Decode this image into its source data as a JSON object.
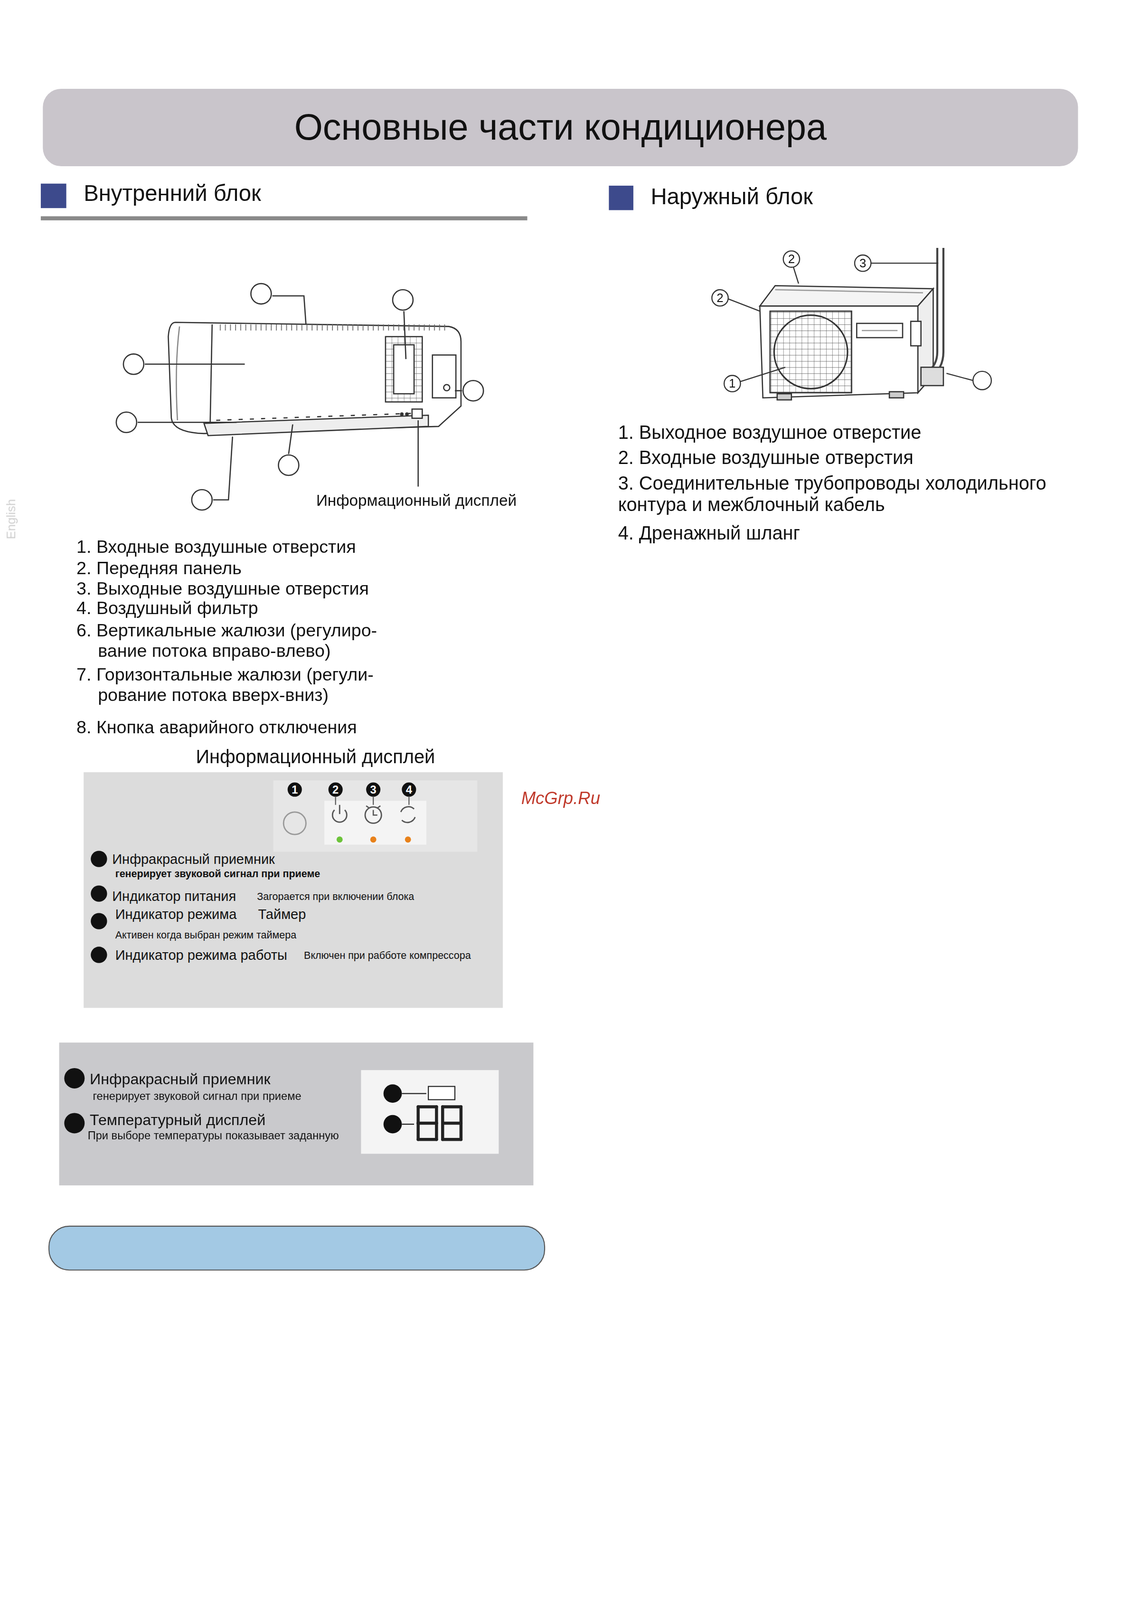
{
  "diagram": {
    "nodes": [
      {
        "text": [
          "Основные части кондиционера"
        ]
      },
      {
        "text": [
          "1",
          "2",
          "3",
          "4",
          "Инфракрасный приемник",
          "генерирует звуковой сигнал при приеме",
          "Индикатор питания",
          "Загорается при включении блока",
          "Индикатор режима",
          "Таймер",
          "Активен  когда выбран режим таймера",
          "Индикатор режима работы",
          "Включен при рабботе компрессора"
        ]
      },
      {
        "text": [
          "Инфракрасный приемник",
          "генерирует звуковой сигнал при приеме",
          "Температурный дисплей",
          "При выборе температуры показывает заданную"
        ]
      }
    ],
    "labels": [
      "Внутренний блок",
      "Наружный блок",
      "2",
      "3",
      "2",
      "1",
      "Информационный дисплей",
      "1. Входные воздушные отверстия",
      "2. Передняя панель",
      "3. Выходные воздушные отверстия",
      "4. Воздушный фильтр",
      "6. Вертикальные жалюзи (регулиро- вание потока вправо-влево)",
      "7. Горизонтальные жалюзи (регули- рование потока вверх-вниз)",
      "8. Кнопка аварийного отключения",
      "Информационный дисплей",
      "1. Выходное воздушное отверстие",
      "2. Входные воздушные отверстия",
      "3. Соединительные трубопроводы холодильного контура и межблочный кабель",
      "4. Дренажный шланг",
      "McGrp.Ru",
      "English"
    ]
  }
}
